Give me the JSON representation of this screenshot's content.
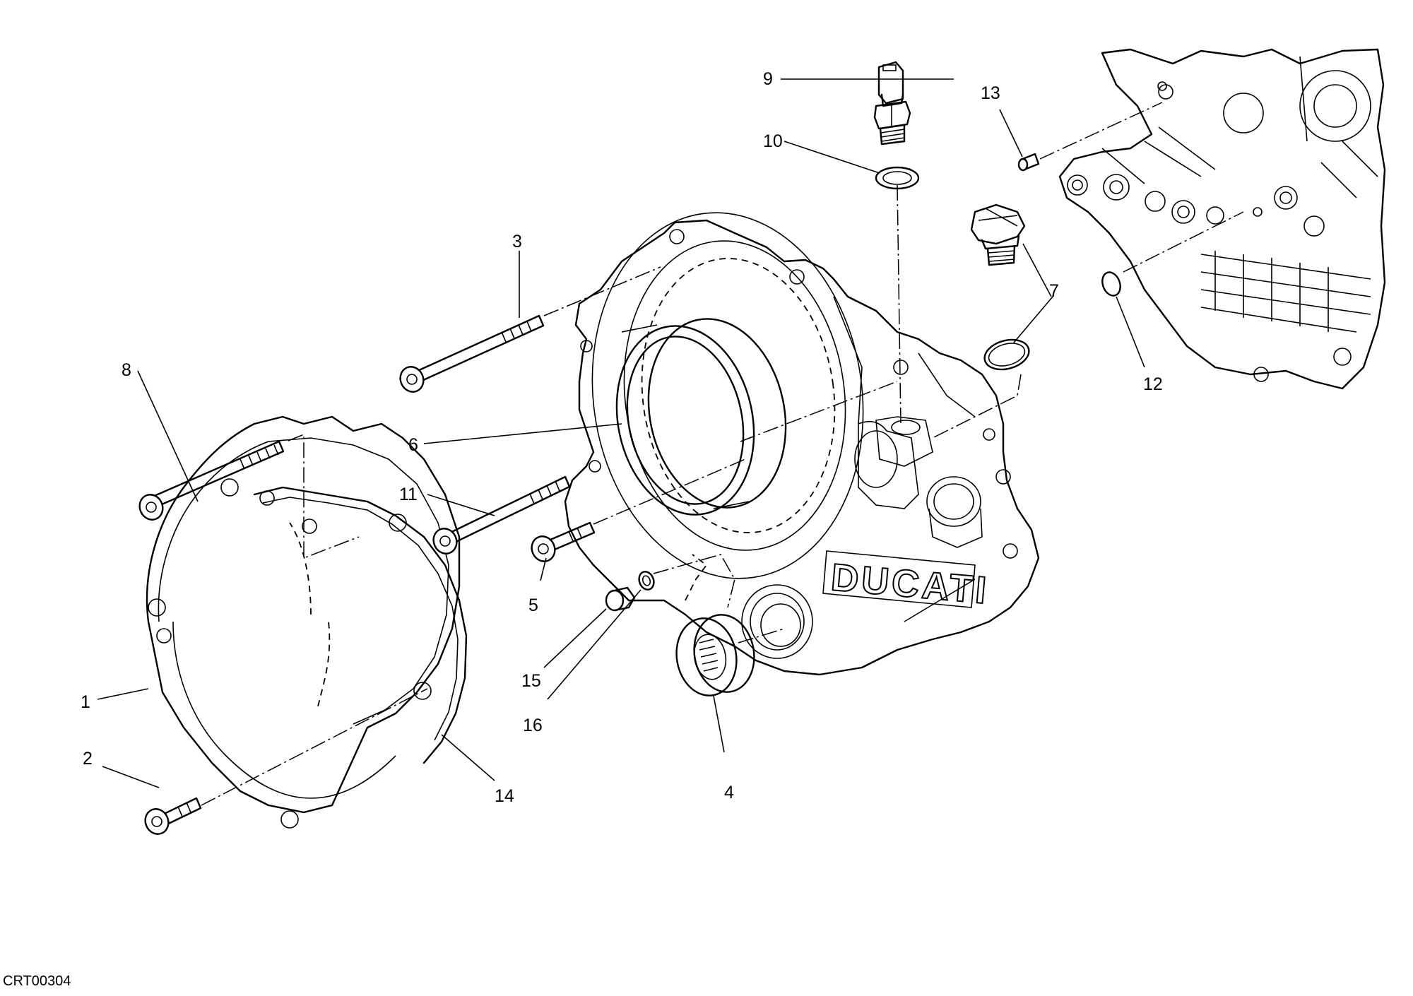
{
  "drawing_code": "CRT00304",
  "brand_mark": "DUCATI",
  "callouts": [
    {
      "id": "1",
      "label": "1"
    },
    {
      "id": "2",
      "label": "2"
    },
    {
      "id": "3",
      "label": "3"
    },
    {
      "id": "4",
      "label": "4"
    },
    {
      "id": "5",
      "label": "5"
    },
    {
      "id": "6",
      "label": "6"
    },
    {
      "id": "7",
      "label": "7"
    },
    {
      "id": "8",
      "label": "8"
    },
    {
      "id": "9",
      "label": "9"
    },
    {
      "id": "10",
      "label": "10"
    },
    {
      "id": "11",
      "label": "11"
    },
    {
      "id": "12",
      "label": "12"
    },
    {
      "id": "13",
      "label": "13"
    },
    {
      "id": "14",
      "label": "14"
    },
    {
      "id": "15",
      "label": "15"
    },
    {
      "id": "16",
      "label": "16"
    }
  ]
}
